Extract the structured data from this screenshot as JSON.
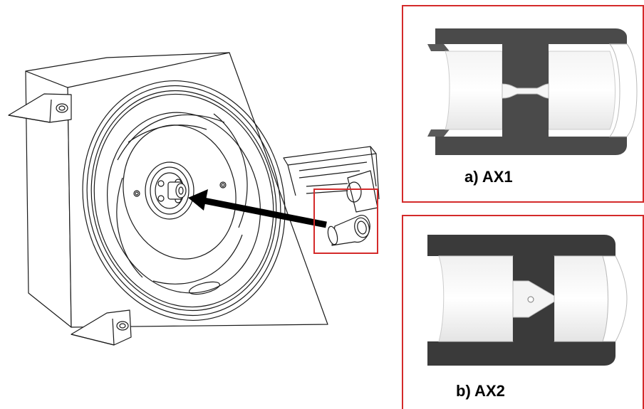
{
  "diagram": {
    "callouts": [
      {
        "id": "ax1",
        "label": "a) AX1"
      },
      {
        "id": "ax2",
        "label": "b) AX2"
      }
    ]
  },
  "colors": {
    "highlight": "#d42a2a",
    "arrow": "#000000",
    "line": "#1a1a1a",
    "section_fill": "#4a4a4a",
    "section_fill_dark": "#3a3a3a"
  },
  "icons": {
    "arrow": "arrow-left"
  }
}
